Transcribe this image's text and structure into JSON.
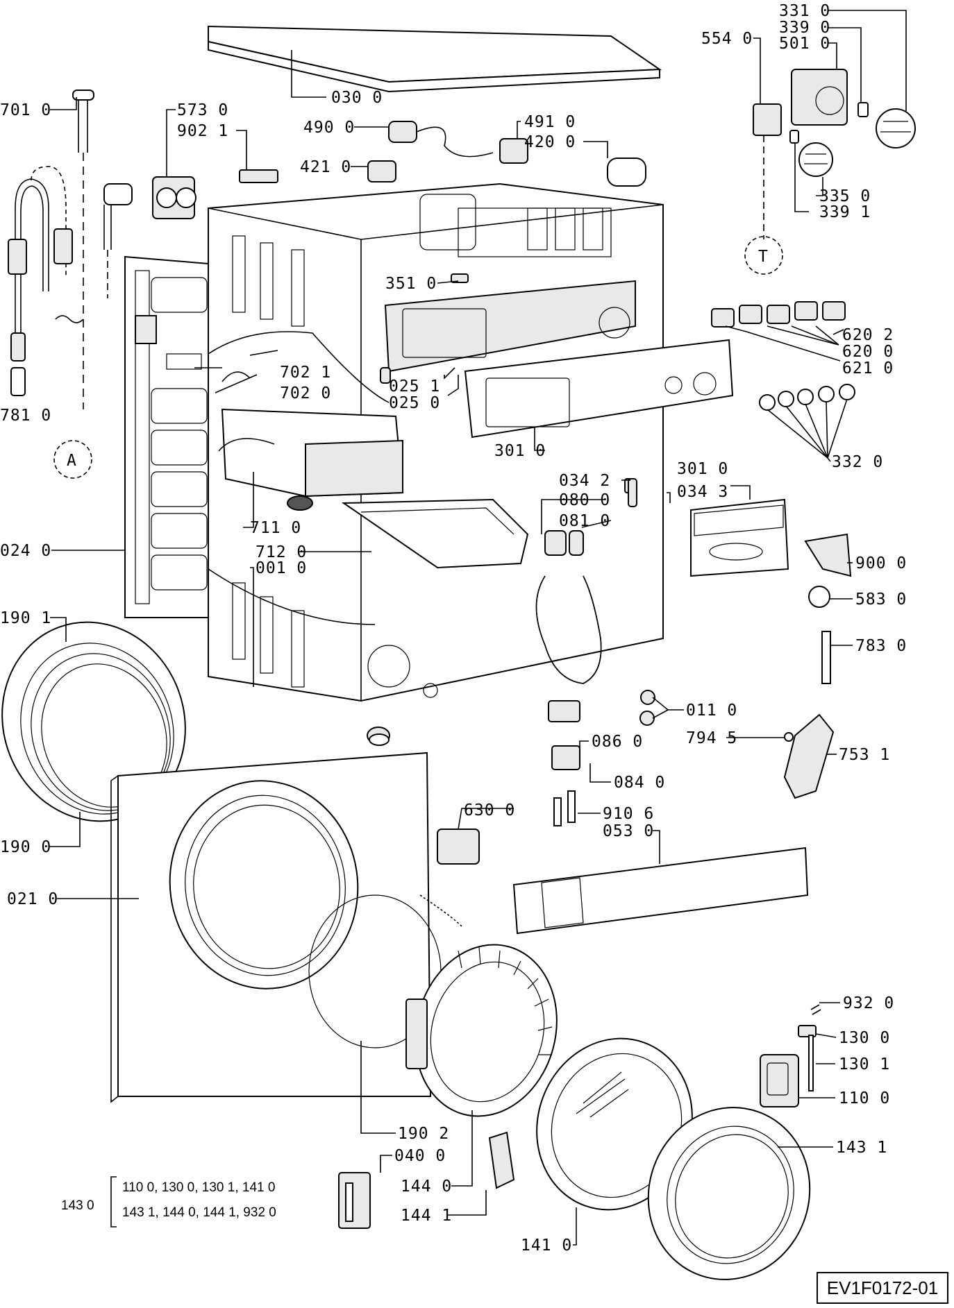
{
  "diagram_id": "EV1F0172-01",
  "callouts": {
    "p701_0": "701 0",
    "p573_0": "573 0",
    "p902_1": "902 1",
    "p030_0": "030 0",
    "p490_0": "490 0",
    "p491_0": "491 0",
    "p420_0": "420 0",
    "p421_0": "421 0",
    "p331_0": "331 0",
    "p339_0": "339 0",
    "p501_0": "501 0",
    "p554_0": "554 0",
    "p335_0": "335 0",
    "p339_1": "339 1",
    "p351_0": "351 0",
    "p620_2": "620 2",
    "p620_0": "620 0",
    "p621_0": "621 0",
    "p702_1": "702 1",
    "p702_0": "702 0",
    "p025_1": "025 1",
    "p025_0": "025 0",
    "p332_0": "332 0",
    "p781_0": "781 0",
    "p301_0a": "301 0",
    "p301_0b": "301 0",
    "p034_2": "034 2",
    "p034_3": "034 3",
    "p080_0": "080 0",
    "p081_0": "081 0",
    "p711_0": "711 0",
    "p712_0": "712 0",
    "p001_0": "001 0",
    "p024_0": "024 0",
    "p900_0": "900 0",
    "p583_0": "583 0",
    "p783_0": "783 0",
    "p190_1": "190 1",
    "p011_0": "011 0",
    "p086_0": "086 0",
    "p794_5": "794 5",
    "p753_1": "753 1",
    "p084_0": "084 0",
    "p630_0": "630 0",
    "p910_6": "910 6",
    "p053_0": "053 0",
    "p190_0": "190 0",
    "p021_0": "021 0",
    "p932_0": "932 0",
    "p130_0": "130 0",
    "p130_1": "130 1",
    "p110_0": "110 0",
    "p190_2": "190 2",
    "p040_0": "040 0",
    "p143_1": "143 1",
    "p144_0": "144 0",
    "p144_1": "144 1",
    "p141_0": "141 0"
  },
  "circle_markers": {
    "a": "A",
    "t": "T"
  },
  "kit": {
    "code": "143 0",
    "line1": "110 0, 130 0, 130 1, 141 0",
    "line2": "143 1, 144 0, 144 1, 932 0"
  }
}
